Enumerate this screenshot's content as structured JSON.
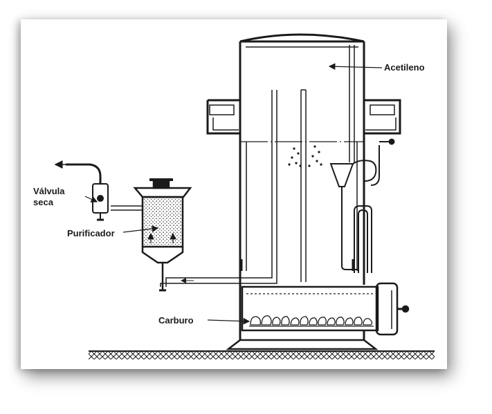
{
  "labels": {
    "acetileno": "Acetileno",
    "valvula_line1": "Válvula",
    "valvula_line2": "seca",
    "purificador": "Purificador",
    "carburo": "Carburo"
  },
  "colors": {
    "ink": "#1a1a1a",
    "paper": "#ffffff"
  }
}
